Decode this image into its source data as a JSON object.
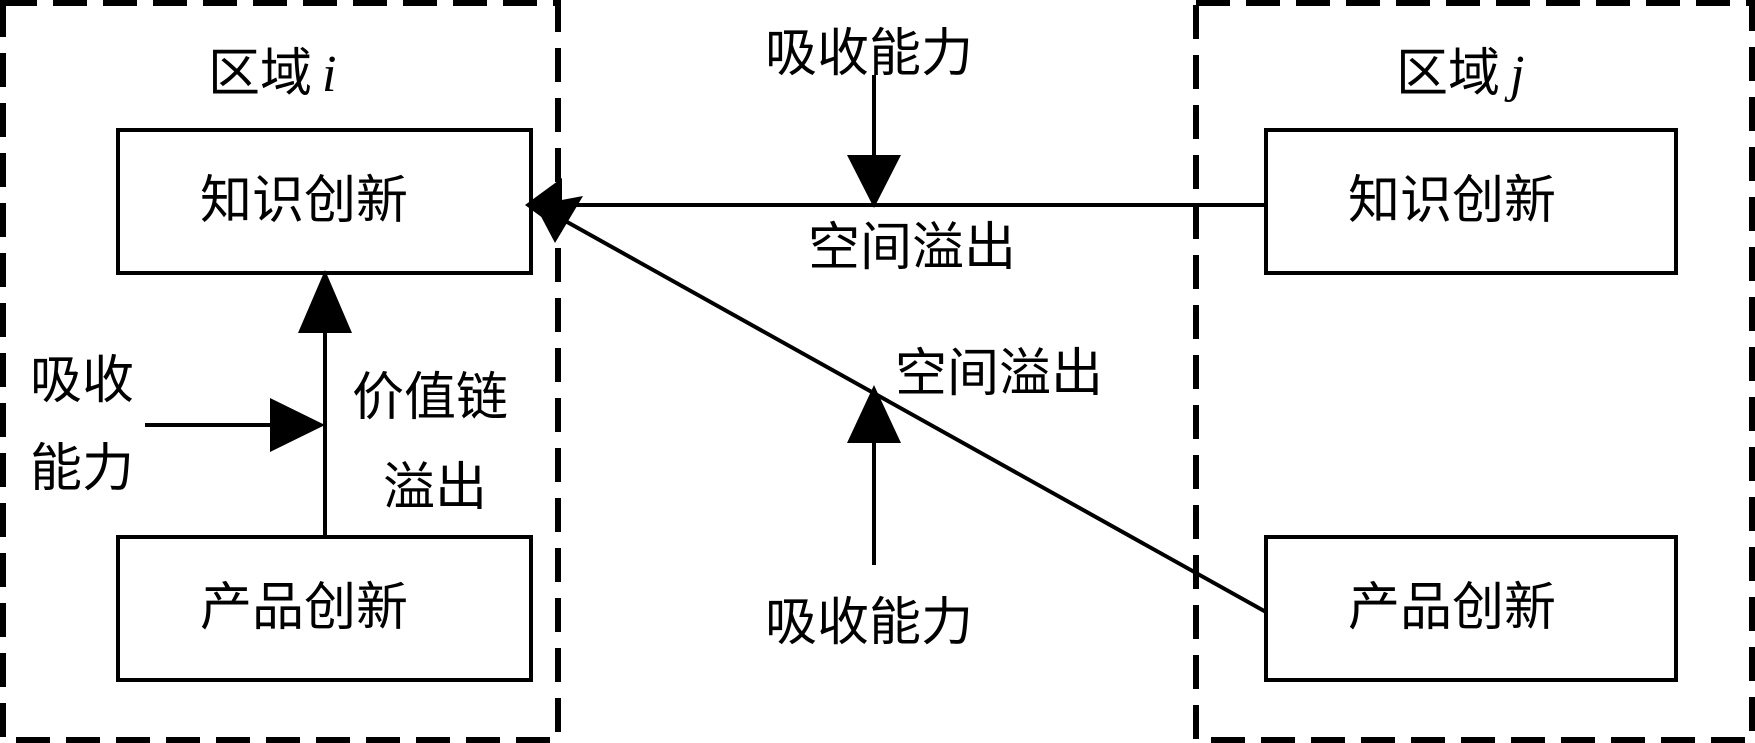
{
  "region_i": {
    "title": "区域",
    "var": "i"
  },
  "region_j": {
    "title": "区域",
    "var": "j"
  },
  "boxes": {
    "i_knowledge": "知识创新",
    "i_product": "产品创新",
    "j_knowledge": "知识创新",
    "j_product": "产品创新"
  },
  "labels": {
    "absorb_top": "吸收能力",
    "spill_top": "空间溢出",
    "spill_mid": "空间溢出",
    "absorb_bottom": "吸收能力",
    "absorb_left_line1": "吸收",
    "absorb_left_line2": "能力",
    "value_chain_line1": "价值链",
    "value_chain_line2": "溢出"
  }
}
